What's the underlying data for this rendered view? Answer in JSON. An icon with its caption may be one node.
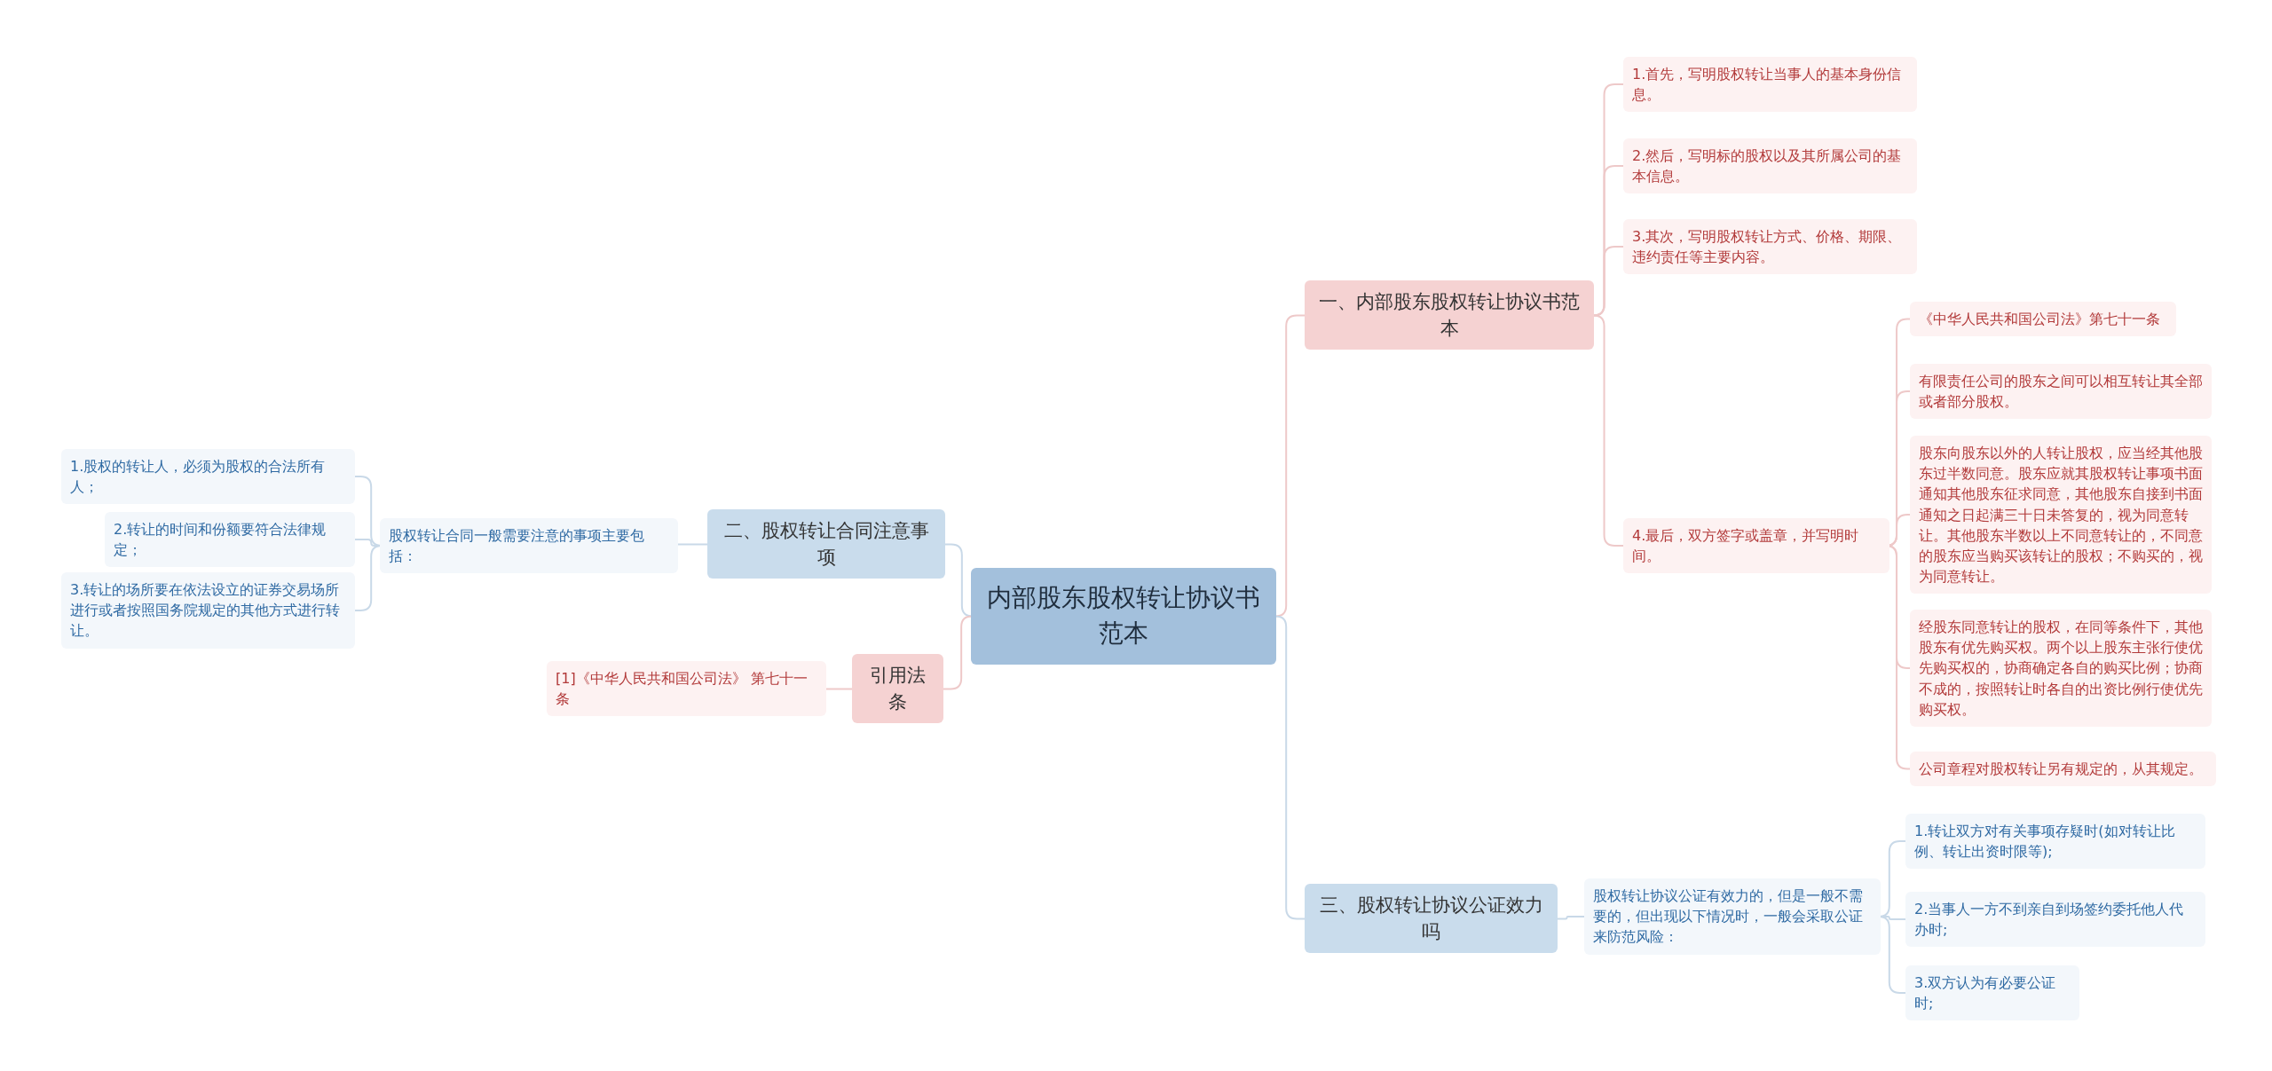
{
  "diagram": {
    "nodes": [
      {
        "text": [
          "内部股东股权转让协议书范本"
        ]
      },
      {
        "text": [
          "一、内部股东股权转让协议书范本"
        ]
      },
      {
        "text": [
          "1.首先，写明股权转让当事人的基本身份信息。"
        ]
      },
      {
        "text": [
          "2.然后，写明标的股权以及其所属公司的基本信息。"
        ]
      },
      {
        "text": [
          "3.其次，写明股权转让方式、价格、期限、违约责任等主要内容。"
        ]
      },
      {
        "text": [
          "4.最后，双方签字或盖章，并写明时间。"
        ]
      },
      {
        "text": [
          "《中华人民共和国公司法》第七十一条"
        ]
      },
      {
        "text": [
          "有限责任公司的股东之间可以相互转让其全部或者部分股权。"
        ]
      },
      {
        "text": [
          "股东向股东以外的人转让股权，应当经其他股东过半数同意。股东应就其股权转让事项书面通知其他股东征求同意，其他股东自接到书面通知之日起满三十日未答复的，视为同意转让。其他股东半数以上不同意转让的，不同意的股东应当购买该转让的股权；不购买的，视为同意转让。"
        ]
      },
      {
        "text": [
          "经股东同意转让的股权，在同等条件下，其他股东有优先购买权。两个以上股东主张行使优先购买权的，协商确定各自的购买比例；协商不成的，按照转让时各自的出资比例行使优先购买权。"
        ]
      },
      {
        "text": [
          "公司章程对股权转让另有规定的，从其规定。"
        ]
      },
      {
        "text": [
          "二、股权转让合同注意事项"
        ]
      },
      {
        "text": [
          "股权转让合同一般需要注意的事项主要包括："
        ]
      },
      {
        "text": [
          "1.股权的转让人，必须为股权的合法所有人；"
        ]
      },
      {
        "text": [
          "2.转让的时间和份额要符合法律规定；"
        ]
      },
      {
        "text": [
          "3.转让的场所要在依法设立的证券交易场所进行或者按照国务院规定的其他方式进行转让。"
        ]
      },
      {
        "text": [
          "引用法条"
        ]
      },
      {
        "text": [
          "[1]《中华人民共和国公司法》 第七十一条"
        ]
      },
      {
        "text": [
          "三、股权转让协议公证效力吗"
        ]
      },
      {
        "text": [
          "股权转让协议公证有效力的，但是一般不需要的，但出现以下情况时，一般会采取公证来防范风险："
        ]
      },
      {
        "text": [
          "1.转让双方对有关事项存疑时(如对转让比例、转让出资时限等);"
        ]
      },
      {
        "text": [
          "2.当事人一方不到亲自到场签约委托他人代办时;"
        ]
      },
      {
        "text": [
          "3.双方认为有必要公证时;"
        ]
      }
    ],
    "edges": [
      {
        "from": 0,
        "to": 1,
        "arrow": "none"
      },
      {
        "from": 1,
        "to": 2,
        "arrow": "none"
      },
      {
        "from": 1,
        "to": 3,
        "arrow": "none"
      },
      {
        "from": 1,
        "to": 4,
        "arrow": "none"
      },
      {
        "from": 1,
        "to": 5,
        "arrow": "none"
      },
      {
        "from": 5,
        "to": 6,
        "arrow": "none"
      },
      {
        "from": 5,
        "to": 7,
        "arrow": "none"
      },
      {
        "from": 5,
        "to": 8,
        "arrow": "none"
      },
      {
        "from": 5,
        "to": 9,
        "arrow": "none"
      },
      {
        "from": 5,
        "to": 10,
        "arrow": "none"
      },
      {
        "from": 0,
        "to": 11,
        "arrow": "none",
        "color": "#c9d9e8"
      },
      {
        "from": 11,
        "to": 12,
        "arrow": "none",
        "color": "#c9d9e8"
      },
      {
        "from": 12,
        "to": 13,
        "arrow": "none",
        "color": "#c9d9e8"
      },
      {
        "from": 12,
        "to": 14,
        "arrow": "none",
        "color": "#c9d9e8"
      },
      {
        "from": 12,
        "to": 15,
        "arrow": "none",
        "color": "#c9d9e8"
      },
      {
        "from": 0,
        "to": 16,
        "arrow": "none"
      },
      {
        "from": 16,
        "to": 17,
        "arrow": "none"
      },
      {
        "from": 0,
        "to": 18,
        "arrow": "none",
        "color": "#c9d9e8"
      },
      {
        "from": 18,
        "to": 19,
        "arrow": "none",
        "color": "#c9d9e8"
      },
      {
        "from": 19,
        "to": 20,
        "arrow": "none",
        "color": "#c9d9e8"
      },
      {
        "from": 19,
        "to": 21,
        "arrow": "none",
        "color": "#c9d9e8"
      },
      {
        "from": 19,
        "to": 22,
        "arrow": "none",
        "color": "#c9d9e8"
      }
    ]
  }
}
